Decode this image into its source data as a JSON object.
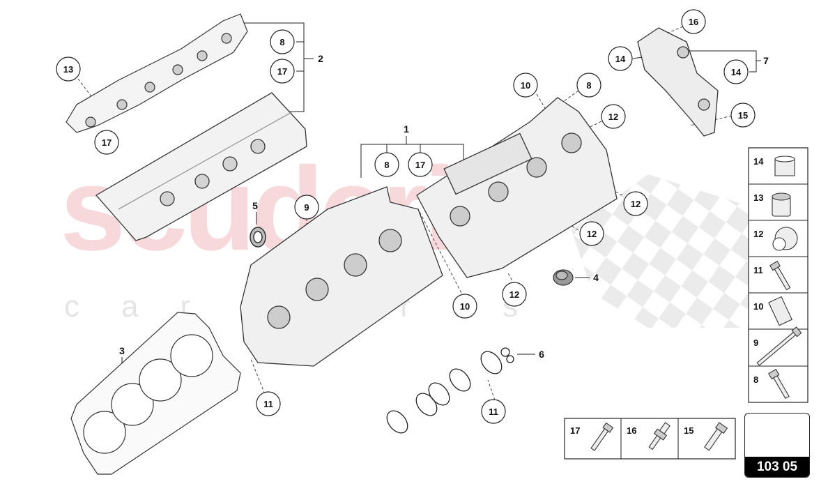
{
  "watermark": {
    "brand": "scuderia",
    "sub": "car parts"
  },
  "callouts": {
    "c8_top": "8",
    "c17_top": "17",
    "c13_left": "13",
    "c17_left": "17",
    "c8_mid": "8",
    "c17_mid": "17",
    "c5": "5",
    "c9": "9",
    "c10_top": "10",
    "c8_right": "8",
    "c12_a": "12",
    "c12_b": "12",
    "c12_c": "12",
    "c12_d": "12",
    "c10_bot": "10",
    "c11_a": "11",
    "c11_b": "11",
    "c16": "16",
    "c14_a": "14",
    "c14_b": "14",
    "c15": "15"
  },
  "labels": {
    "l1": "1",
    "l2": "2",
    "l3": "3",
    "l4": "4",
    "l5": "5",
    "l6": "6",
    "l7": "7"
  },
  "legend": {
    "side": [
      "14",
      "13",
      "12",
      "11",
      "10",
      "9",
      "8"
    ],
    "bottom": [
      "17",
      "16",
      "15"
    ]
  },
  "page_code": "103 05"
}
